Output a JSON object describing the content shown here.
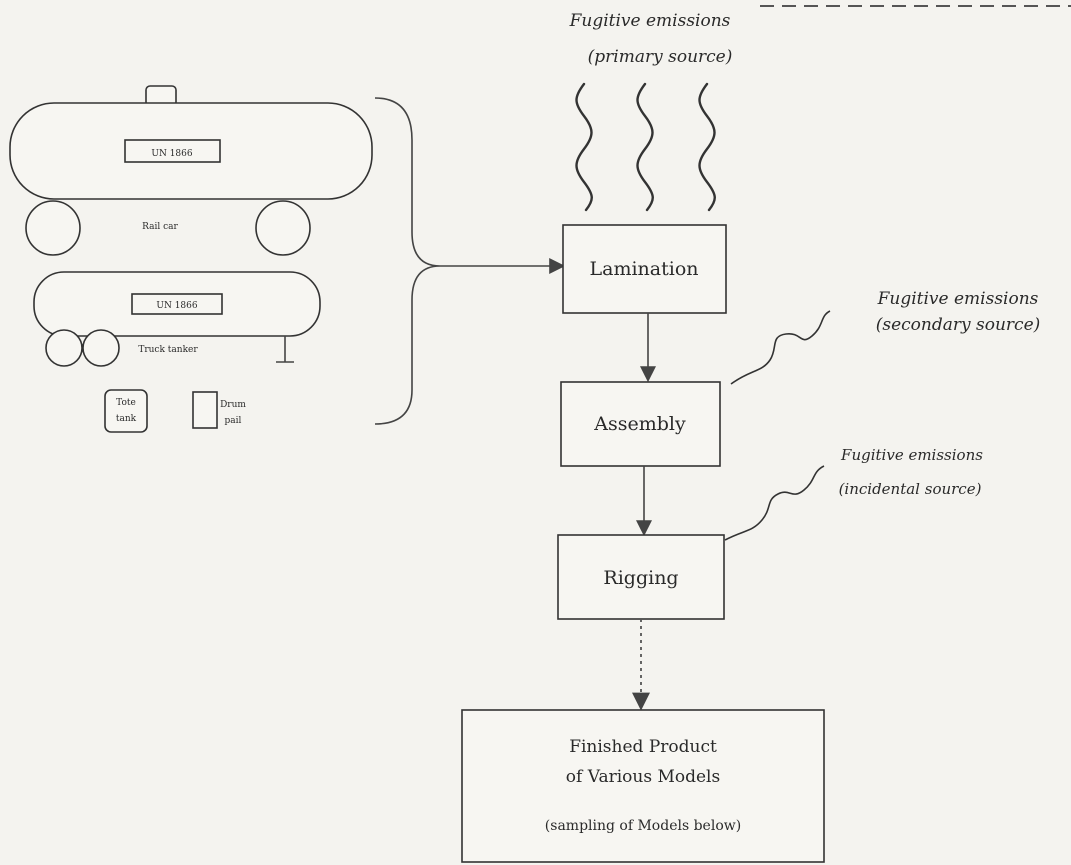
{
  "emissions": {
    "primary": {
      "line1": "Fugitive emissions",
      "line2": "(primary source)"
    },
    "secondary": {
      "line1": "Fugitive emissions",
      "line2": "(secondary source)"
    },
    "incidental": {
      "line1": "Fugitive emissions",
      "line2": "(incidental source)"
    }
  },
  "containers": {
    "rail_car": {
      "placard": "UN 1866",
      "label": "Rail car"
    },
    "truck": {
      "placard": "UN 1866",
      "label": "Truck tanker"
    },
    "tote": {
      "label_line1": "Tote",
      "label_line2": "tank"
    },
    "drum": {
      "label_line1": "Drum",
      "label_line2": "pail"
    }
  },
  "process": {
    "lamination": "Lamination",
    "assembly": "Assembly",
    "rigging": "Rigging",
    "finished": {
      "line1": "Finished Product",
      "line2": "of Various Models",
      "note": "(sampling of Models below)"
    }
  }
}
